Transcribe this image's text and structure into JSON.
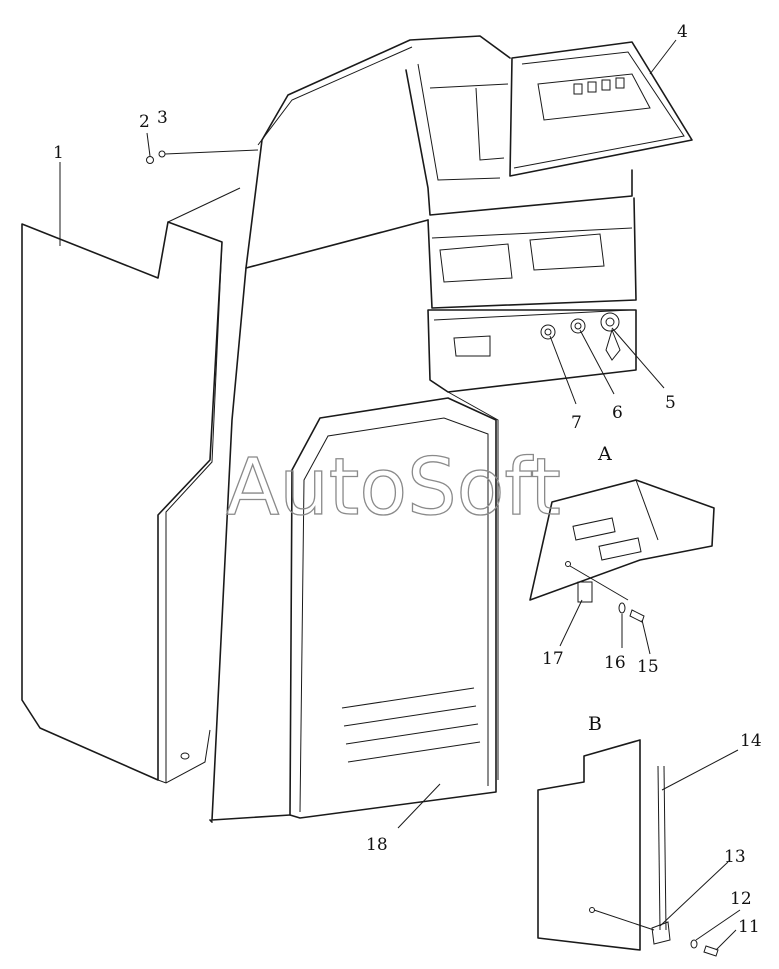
{
  "diagram": {
    "watermark": "AutoSoft",
    "detail_labels": [
      "A",
      "B"
    ],
    "part_numbers": [
      "1",
      "2",
      "3",
      "4",
      "5",
      "6",
      "7",
      "11",
      "12",
      "13",
      "14",
      "15",
      "16",
      "17",
      "18"
    ]
  }
}
